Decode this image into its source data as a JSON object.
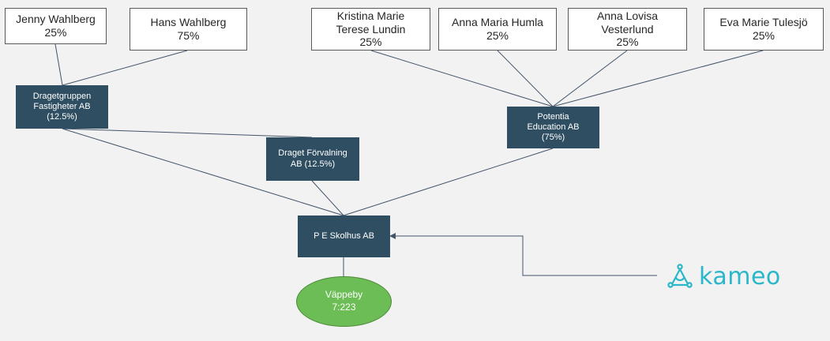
{
  "owners": [
    {
      "id": "jenny",
      "lines": [
        "Jenny Wahlberg",
        "25%"
      ]
    },
    {
      "id": "hans",
      "lines": [
        "Hans Wahlberg",
        "75%"
      ]
    },
    {
      "id": "kristina",
      "lines": [
        "Kristina Marie",
        "Terese Lundin",
        "25%"
      ]
    },
    {
      "id": "anna-maria",
      "lines": [
        "Anna Maria Humla",
        "25%"
      ]
    },
    {
      "id": "anna-lovisa",
      "lines": [
        "Anna Lovisa",
        "Vesterlund",
        "25%"
      ]
    },
    {
      "id": "eva",
      "lines": [
        "Eva Marie Tulesjö",
        "25%"
      ]
    }
  ],
  "companies": [
    {
      "id": "dragetgruppen",
      "lines": [
        "Dragetgruppen",
        "Fastigheter AB",
        "(12.5%)"
      ]
    },
    {
      "id": "potentia",
      "lines": [
        "Potentia",
        "Education AB",
        "(75%)"
      ]
    },
    {
      "id": "draget-forvaltning",
      "lines": [
        "Draget Förvalning",
        "AB (12.5%)"
      ]
    },
    {
      "id": "pe-skolhus",
      "lines": [
        "P E Skolhus AB"
      ]
    }
  ],
  "asset": {
    "lines": [
      "Väppeby",
      "7:223"
    ]
  },
  "logo": {
    "text": "kameo",
    "icon": "kameo-logo-icon",
    "color": "#2ab7c9"
  },
  "colors": {
    "background": "#f2f2f2",
    "owner_box": "#ffffff",
    "company_box": "#2f4e62",
    "asset_ellipse": "#6cbd55",
    "connector": "#44546a"
  }
}
